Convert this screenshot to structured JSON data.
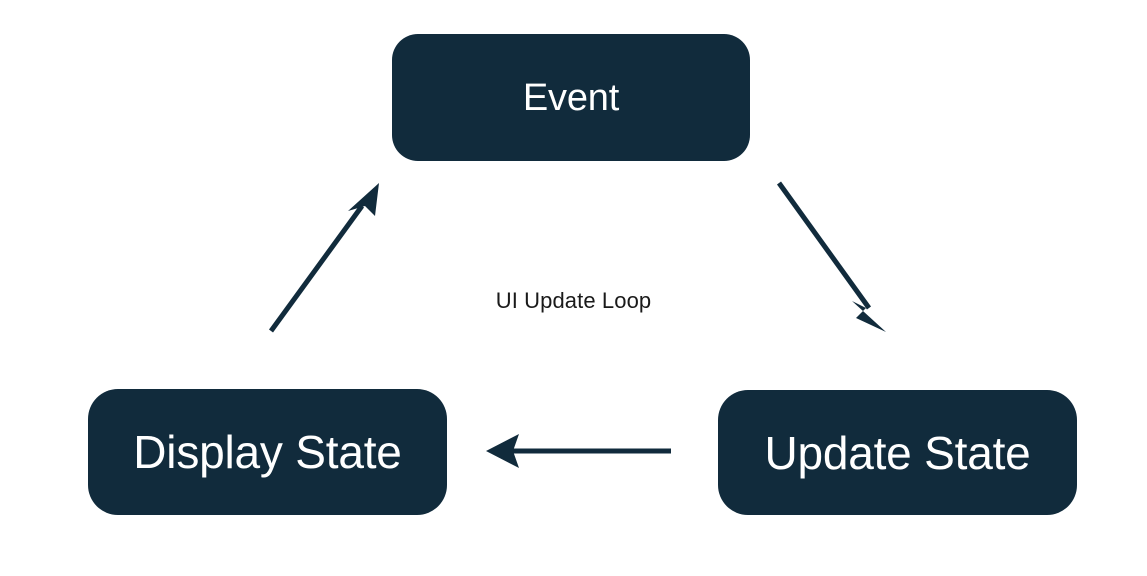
{
  "diagram": {
    "title": "UI Update Loop",
    "type": "cycle-flowchart",
    "background_color": "#ffffff",
    "node_fill_color": "#112b3c",
    "node_text_color": "#ffffff",
    "arrow_color": "#112b3c",
    "label_text_color": "#1a1a1a",
    "center_label": "UI Update Loop",
    "nodes": [
      {
        "id": "event",
        "label": "Event"
      },
      {
        "id": "update-state",
        "label": "Update State"
      },
      {
        "id": "display-state",
        "label": "Display State"
      }
    ],
    "edges": [
      {
        "id": "event-to-update",
        "from": "Event",
        "to": "Update State",
        "label": ""
      },
      {
        "id": "update-to-display",
        "from": "Update State",
        "to": "Display State",
        "label": ""
      },
      {
        "id": "display-to-event",
        "from": "Display State",
        "to": "Event",
        "label": ""
      }
    ]
  }
}
